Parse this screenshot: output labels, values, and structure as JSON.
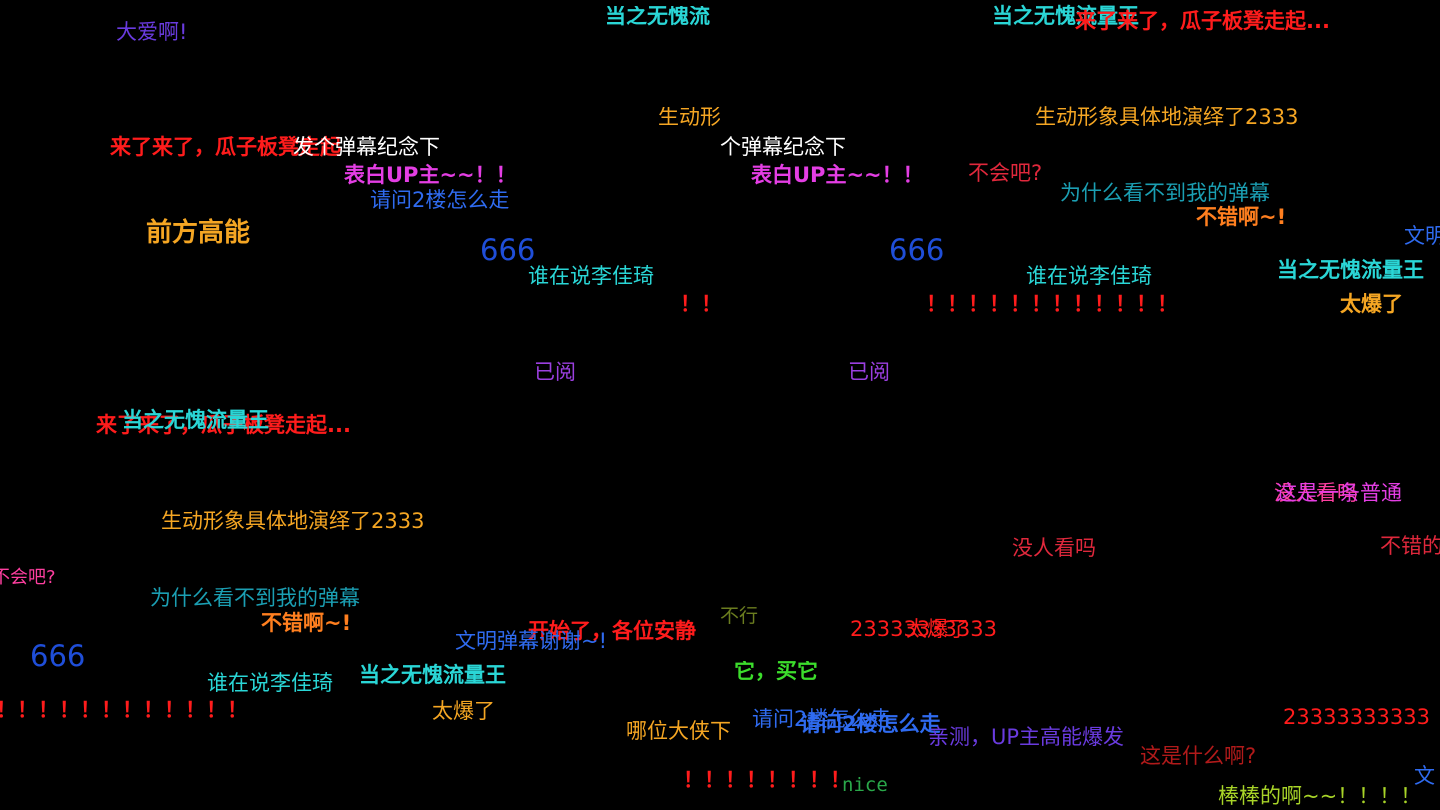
{
  "colors": {
    "background": "#000000",
    "red": "#ff1c1c",
    "orange": "#ff7f1f",
    "gold": "#f5a623",
    "cyan": "#2ad6d6",
    "teal": "#1b9fb3",
    "blue": "#2f6bf0",
    "navy": "#1f4ed8",
    "purple": "#9b3fe0",
    "violet": "#6a3be0",
    "magenta": "#e43ee4",
    "pink": "#ff3fa0",
    "green": "#3cdd2c",
    "lime": "#a8d428",
    "olive": "#6b7d1f",
    "dark_green": "#2aa84a",
    "maroon": "#b11a1a",
    "crimson": "#e0283c"
  },
  "danmaku": [
    {
      "text": "大爱啊!",
      "color": "#6a3be0"
    },
    {
      "text": "当之无愧流",
      "color": "#2ad6d6"
    },
    {
      "text": "当之无愧流量王",
      "color": "#2ad6d6"
    },
    {
      "text": "来了来了，瓜子板凳走起...",
      "color": "#ff1c1c"
    },
    {
      "text": "生动形",
      "color": "#f5a623"
    },
    {
      "text": "生动形象具体地演绎了2333",
      "color": "#f5a623"
    },
    {
      "text": "来了来了，瓜子板凳走起",
      "color": "#ff1c1c"
    },
    {
      "text": "发个弹幕纪念下",
      "color": "#ffffff"
    },
    {
      "text": "个弹幕纪念下",
      "color": "#ffffff"
    },
    {
      "text": "表白UP主~~！！",
      "color": "#e43ee4"
    },
    {
      "text": "表白UP主~~！！",
      "color": "#e43ee4"
    },
    {
      "text": "不会吧?",
      "color": "#e0283c"
    },
    {
      "text": "请问2楼怎么走",
      "color": "#2f6bf0"
    },
    {
      "text": "为什么看不到我的弹幕",
      "color": "#1b9fb3"
    },
    {
      "text": "不错啊~!",
      "color": "#ff7f1f"
    },
    {
      "text": "前方高能",
      "color": "#f5a623"
    },
    {
      "text": "文明",
      "color": "#2f6bf0"
    },
    {
      "text": "666",
      "color": "#1f4ed8"
    },
    {
      "text": "666",
      "color": "#1f4ed8"
    },
    {
      "text": "谁在说李佳琦",
      "color": "#2ad6d6"
    },
    {
      "text": "谁在说李佳琦",
      "color": "#2ad6d6"
    },
    {
      "text": "当之无愧流量王",
      "color": "#2ad6d6"
    },
    {
      "text": "！！",
      "color": "#ff1c1c"
    },
    {
      "text": "！！！！！！！！！！！！",
      "color": "#ff1c1c"
    },
    {
      "text": "太爆了",
      "color": "#f5a623"
    },
    {
      "text": "已阅",
      "color": "#9b3fe0"
    },
    {
      "text": "已阅",
      "color": "#9b3fe0"
    },
    {
      "text": "来了来了，瓜子板凳走起...",
      "color": "#ff1c1c"
    },
    {
      "text": "当之无愧流量王",
      "color": "#2ad6d6"
    },
    {
      "text": "没人看吗",
      "color": "#ff3fa0"
    },
    {
      "text": "这是一条普通",
      "color": "#e43ee4"
    },
    {
      "text": "生动形象具体地演绎了2333",
      "color": "#f5a623"
    },
    {
      "text": "没人看吗",
      "color": "#e0283c"
    },
    {
      "text": "不错的",
      "color": "#e0283c"
    },
    {
      "text": "不会吧?",
      "color": "#ff3fa0"
    },
    {
      "text": "为什么看不到我的弹幕",
      "color": "#1b9fb3"
    },
    {
      "text": "不行",
      "color": "#6b7d1f"
    },
    {
      "text": "不错啊~!",
      "color": "#ff7f1f"
    },
    {
      "text": "开始了，各位安静",
      "color": "#ff1c1c"
    },
    {
      "text": "文明弹幕谢谢~!",
      "color": "#2f6bf0"
    },
    {
      "text": "23333333333",
      "color": "#ff1c1c"
    },
    {
      "text": "太爆了",
      "color": "#ff1c1c"
    },
    {
      "text": "666",
      "color": "#1f4ed8"
    },
    {
      "text": "它，买它",
      "color": "#3cdd2c"
    },
    {
      "text": "谁在说李佳琦",
      "color": "#2ad6d6"
    },
    {
      "text": "当之无愧流量王",
      "color": "#2ad6d6"
    },
    {
      "text": "！！！！！！！！！！！！",
      "color": "#ff1c1c"
    },
    {
      "text": "太爆了",
      "color": "#f5a623"
    },
    {
      "text": "请问2楼怎么走",
      "color": "#2f6bf0"
    },
    {
      "text": "请问2楼怎么走",
      "color": "#2f6bf0"
    },
    {
      "text": "23333333333",
      "color": "#ff1c1c"
    },
    {
      "text": "哪位大侠下",
      "color": "#f5a623"
    },
    {
      "text": "亲测，UP主高能爆发",
      "color": "#6a3be0"
    },
    {
      "text": "这是什么啊?",
      "color": "#b11a1a"
    },
    {
      "text": "！！！！！！！！",
      "color": "#ff1c1c"
    },
    {
      "text": "nice",
      "color": "#2aa84a"
    },
    {
      "text": "棒棒的啊~~！！！！",
      "color": "#a8d428"
    },
    {
      "text": "文",
      "color": "#2f6bf0"
    }
  ]
}
